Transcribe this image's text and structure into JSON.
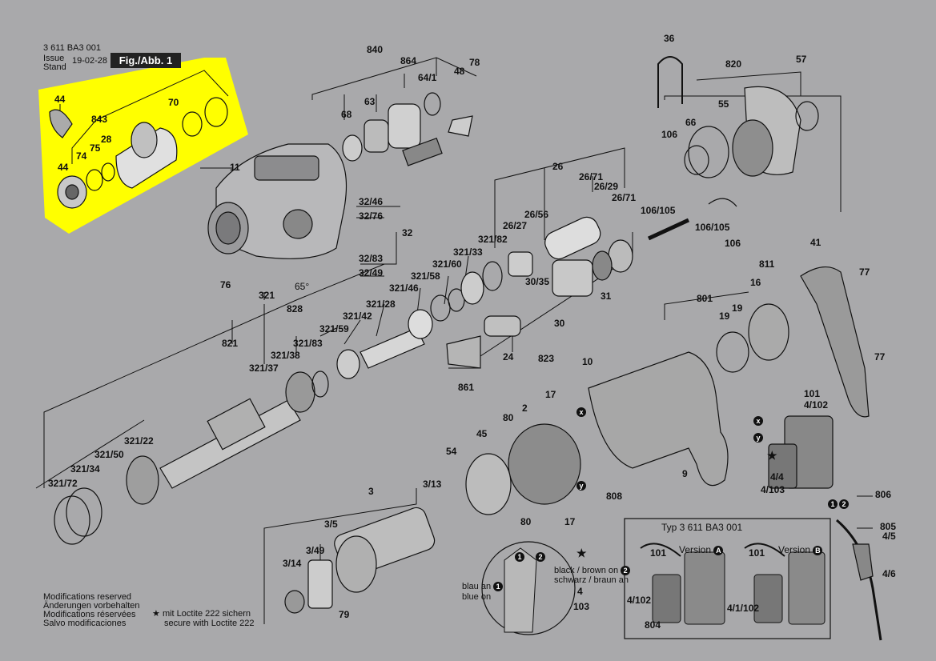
{
  "header": {
    "doc_number": "3 611 BA3 001",
    "issue_label": "Issue",
    "stand_label": "Stand",
    "date": "19-02-28",
    "figure": "Fig./Abb. 1"
  },
  "part_labels": {
    "p44a": "44",
    "p843": "843",
    "p74": "74",
    "p75": "75",
    "p28": "28",
    "p70": "70",
    "p44b": "44",
    "p840": "840",
    "p864": "864",
    "p78": "78",
    "p64_1": "64/1",
    "p48": "48",
    "p68": "68",
    "p63": "63",
    "p11": "11",
    "p32_46": "32/46",
    "p32_76": "32/76",
    "p32": "32",
    "p32_83": "32/83",
    "p32_49": "32/49",
    "p76": "76",
    "p65": "65°",
    "p828": "828",
    "p36": "36",
    "p820": "820",
    "p57": "57",
    "p55": "55",
    "p66": "66",
    "p106a": "106",
    "p106_105a": "106/105",
    "p106_105b": "106/105",
    "p106b": "106",
    "p26": "26",
    "p26_71a": "26/71",
    "p26_29": "26/29",
    "p26_71b": "26/71",
    "p26_56": "26/56",
    "p26_27": "26/27",
    "p321_82": "321/82",
    "p321_33": "321/33",
    "p321_60": "321/60",
    "p321_58": "321/58",
    "p321_46": "321/46",
    "p321": "321",
    "p321_28": "321/28",
    "p321_42": "321/42",
    "p321_59": "321/59",
    "p321_83": "321/83",
    "p321_38": "321/38",
    "p321_37": "321/37",
    "p821": "821",
    "p30_35": "30/35",
    "p31": "31",
    "p30": "30",
    "p24": "24",
    "p823": "823",
    "p861": "861",
    "p41": "41",
    "p77a": "77",
    "p811": "811",
    "p16": "16",
    "p801": "801",
    "p19a": "19",
    "p19b": "19",
    "p77b": "77",
    "p10": "10",
    "p101": "101",
    "p4_102": "4/102",
    "p17a": "17",
    "p80a": "80",
    "p2": "2",
    "p45": "45",
    "p54": "54",
    "p9": "9",
    "p4_4": "4/4",
    "p4_103": "4/103",
    "p808": "808",
    "p321_22": "321/22",
    "p321_50": "321/50",
    "p321_34": "321/34",
    "p321_72": "321/72",
    "p3": "3",
    "p3_13": "3/13",
    "p80b": "80",
    "p17b": "17",
    "p806": "806",
    "p805": "805",
    "p4_5": "4/5",
    "p4_6": "4/6",
    "p3_5": "3/5",
    "p3_49": "3/49",
    "p3_14": "3/14",
    "p79": "79",
    "p4": "4",
    "p103": "103"
  },
  "markers": {
    "x": "x",
    "y": "y",
    "one": "1",
    "two": "2"
  },
  "notes": {
    "modifications": [
      "Modifications reserved",
      "Änderungen vorbehalten",
      "Modifications réservées",
      "Salvo modificaciones"
    ],
    "loctite_de": "mit Loctite 222 sichern",
    "loctite_en": "secure with Loctite 222",
    "star": "★",
    "black_brown": "black / brown on",
    "schwarz_braun": "schwarz / braun an",
    "blau_an": "blau an",
    "blue_on": "blue on"
  },
  "inset": {
    "title": "Typ 3 611 BA3 001",
    "version_a_label": "Version",
    "version_a": "A",
    "version_b_label": "Version",
    "version_b": "B",
    "l101a": "101",
    "l4_102": "4/102",
    "l804": "804",
    "l101b": "101",
    "l4_1_102": "4/1/102"
  },
  "colors": {
    "background": "#a9a9ab",
    "highlight": "#ffff00",
    "line": "#111111"
  }
}
